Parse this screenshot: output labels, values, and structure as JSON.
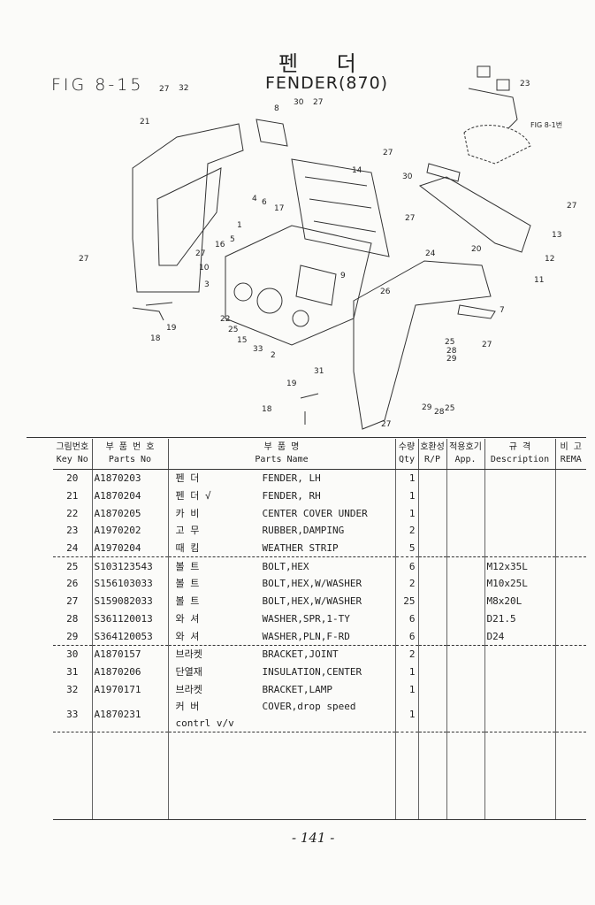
{
  "header": {
    "fig_no": "FIG 8-15",
    "title_kr": "펜 더",
    "title_en": "FENDER(870)",
    "ref_note": "FIG 8-1번"
  },
  "diagram": {
    "callouts": [
      "27",
      "32",
      "21",
      "8",
      "30",
      "27",
      "23",
      "14",
      "27",
      "30",
      "27",
      "4",
      "6",
      "17",
      "1",
      "5",
      "16",
      "27",
      "10",
      "27",
      "3",
      "24",
      "20",
      "26",
      "9",
      "7",
      "22",
      "25",
      "15",
      "33",
      "2",
      "18",
      "19",
      "31",
      "13",
      "12",
      "11",
      "27",
      "25",
      "28",
      "29",
      "27",
      "29",
      "28",
      "25",
      "19",
      "18",
      "27"
    ]
  },
  "table": {
    "headers": [
      {
        "kr": "그림번호",
        "en": "Key No"
      },
      {
        "kr": "부 품 번 호",
        "en": "Parts No"
      },
      {
        "kr": "부 품 명",
        "en": "Parts Name"
      },
      {
        "kr": "수량",
        "en": "Qty"
      },
      {
        "kr": "호환성",
        "en": "R/P"
      },
      {
        "kr": "적용호기",
        "en": "App."
      },
      {
        "kr": "규 격",
        "en": "Description"
      },
      {
        "kr": "비 고",
        "en": "REMA"
      }
    ],
    "rows": [
      {
        "key": "20",
        "part_no": "A1870203",
        "kr": "펜 더",
        "name": "FENDER, LH",
        "qty": "1",
        "desc": ""
      },
      {
        "key": "21",
        "part_no": "A1870204",
        "kr": "펜 더 √",
        "name": "FENDER, RH",
        "qty": "1",
        "desc": ""
      },
      {
        "key": "22",
        "part_no": "A1870205",
        "kr": "카 비",
        "name": "CENTER COVER UNDER",
        "qty": "1",
        "desc": ""
      },
      {
        "key": "23",
        "part_no": "A1970202",
        "kr": "고 무",
        "name": "RUBBER,DAMPING",
        "qty": "2",
        "desc": ""
      },
      {
        "key": "24",
        "part_no": "A1970204",
        "kr": "때 킴",
        "name": "WEATHER STRIP",
        "qty": "5",
        "desc": ""
      },
      {
        "key": "25",
        "part_no": "S103123543",
        "kr": "볼 트",
        "name": "BOLT,HEX",
        "qty": "6",
        "desc": "M12x35L"
      },
      {
        "key": "26",
        "part_no": "S156103033",
        "kr": "볼 트",
        "name": "BOLT,HEX,W/WASHER",
        "qty": "2",
        "desc": "M10x25L"
      },
      {
        "key": "27",
        "part_no": "S159082033",
        "kr": "볼 트",
        "name": "BOLT,HEX,W/WASHER",
        "qty": "25",
        "desc": "M8x20L"
      },
      {
        "key": "28",
        "part_no": "S361120013",
        "kr": "와 셔",
        "name": "WASHER,SPR,1-TY",
        "qty": "6",
        "desc": "D21.5"
      },
      {
        "key": "29",
        "part_no": "S364120053",
        "kr": "와 셔",
        "name": "WASHER,PLN,F-RD",
        "qty": "6",
        "desc": "D24"
      },
      {
        "key": "30",
        "part_no": "A1870157",
        "kr": "브라켓",
        "name": "BRACKET,JOINT",
        "qty": "2",
        "desc": ""
      },
      {
        "key": "31",
        "part_no": "A1870206",
        "kr": "단열재",
        "name": "INSULATION,CENTER",
        "qty": "1",
        "desc": ""
      },
      {
        "key": "32",
        "part_no": "A1970171",
        "kr": "브라켓",
        "name": "BRACKET,LAMP",
        "qty": "1",
        "desc": ""
      },
      {
        "key": "33",
        "part_no": "A1870231",
        "kr": "커 버",
        "name": "COVER,drop speed contrl v/v",
        "qty": "1",
        "desc": ""
      }
    ]
  },
  "footer": {
    "page_number": "- 141 -"
  }
}
